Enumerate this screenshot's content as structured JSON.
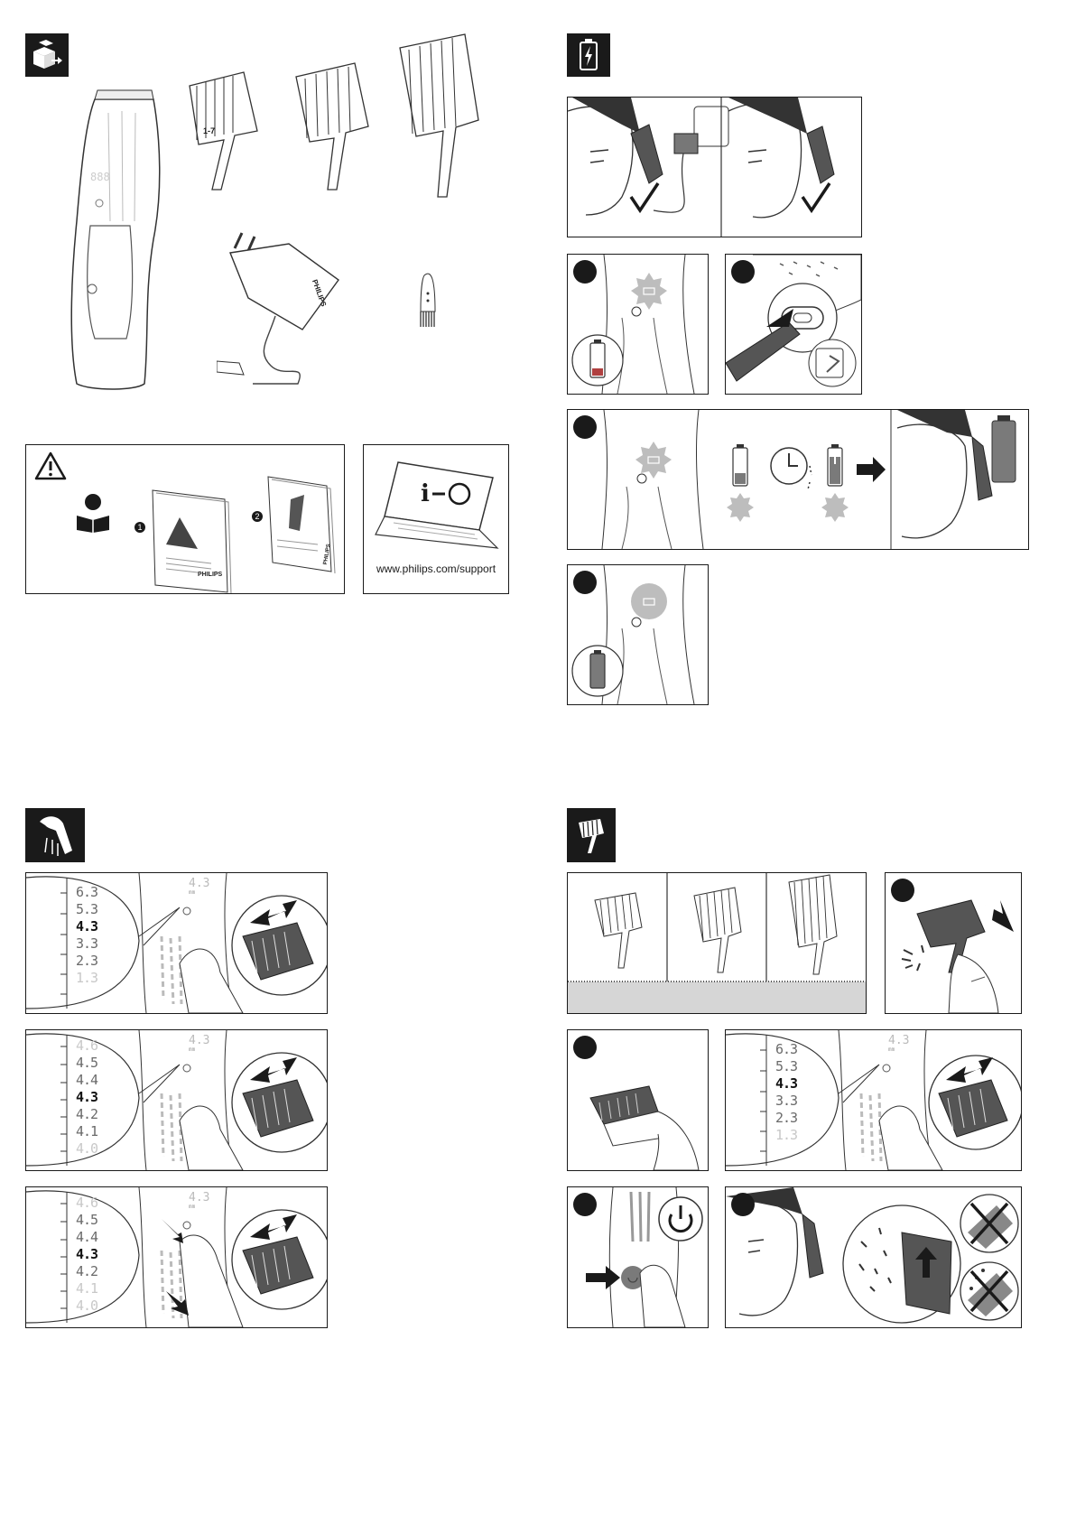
{
  "unpack": {
    "comb_size_label": "1-7",
    "adapter_brand": "PHILIPS"
  },
  "safety": {
    "step1_marker": "1",
    "step2_marker": "2",
    "booklet_brand": "PHILIPS",
    "booklet2_brand": "PHILIPS"
  },
  "support": {
    "url": "www.philips.com/support"
  },
  "precision": {
    "readout_value": "4.3",
    "readout_unit": "mm",
    "list_coarse": [
      "6.3",
      "5.3",
      "4.3",
      "3.3",
      "2.3",
      "1.3"
    ],
    "list_fine": [
      "4.6",
      "4.5",
      "4.4",
      "4.3",
      "4.2",
      "4.1",
      "4.0"
    ]
  },
  "combs": {
    "readout_value": "4.3",
    "readout_unit": "mm",
    "list_coarse": [
      "6.3",
      "5.3",
      "4.3",
      "3.3",
      "2.3",
      "1.3"
    ]
  },
  "colors": {
    "ink": "#1a1a1a",
    "battery_low": "#b04040",
    "battery_mid": "#7a7a7a",
    "led_grey": "#bdbdbd"
  }
}
